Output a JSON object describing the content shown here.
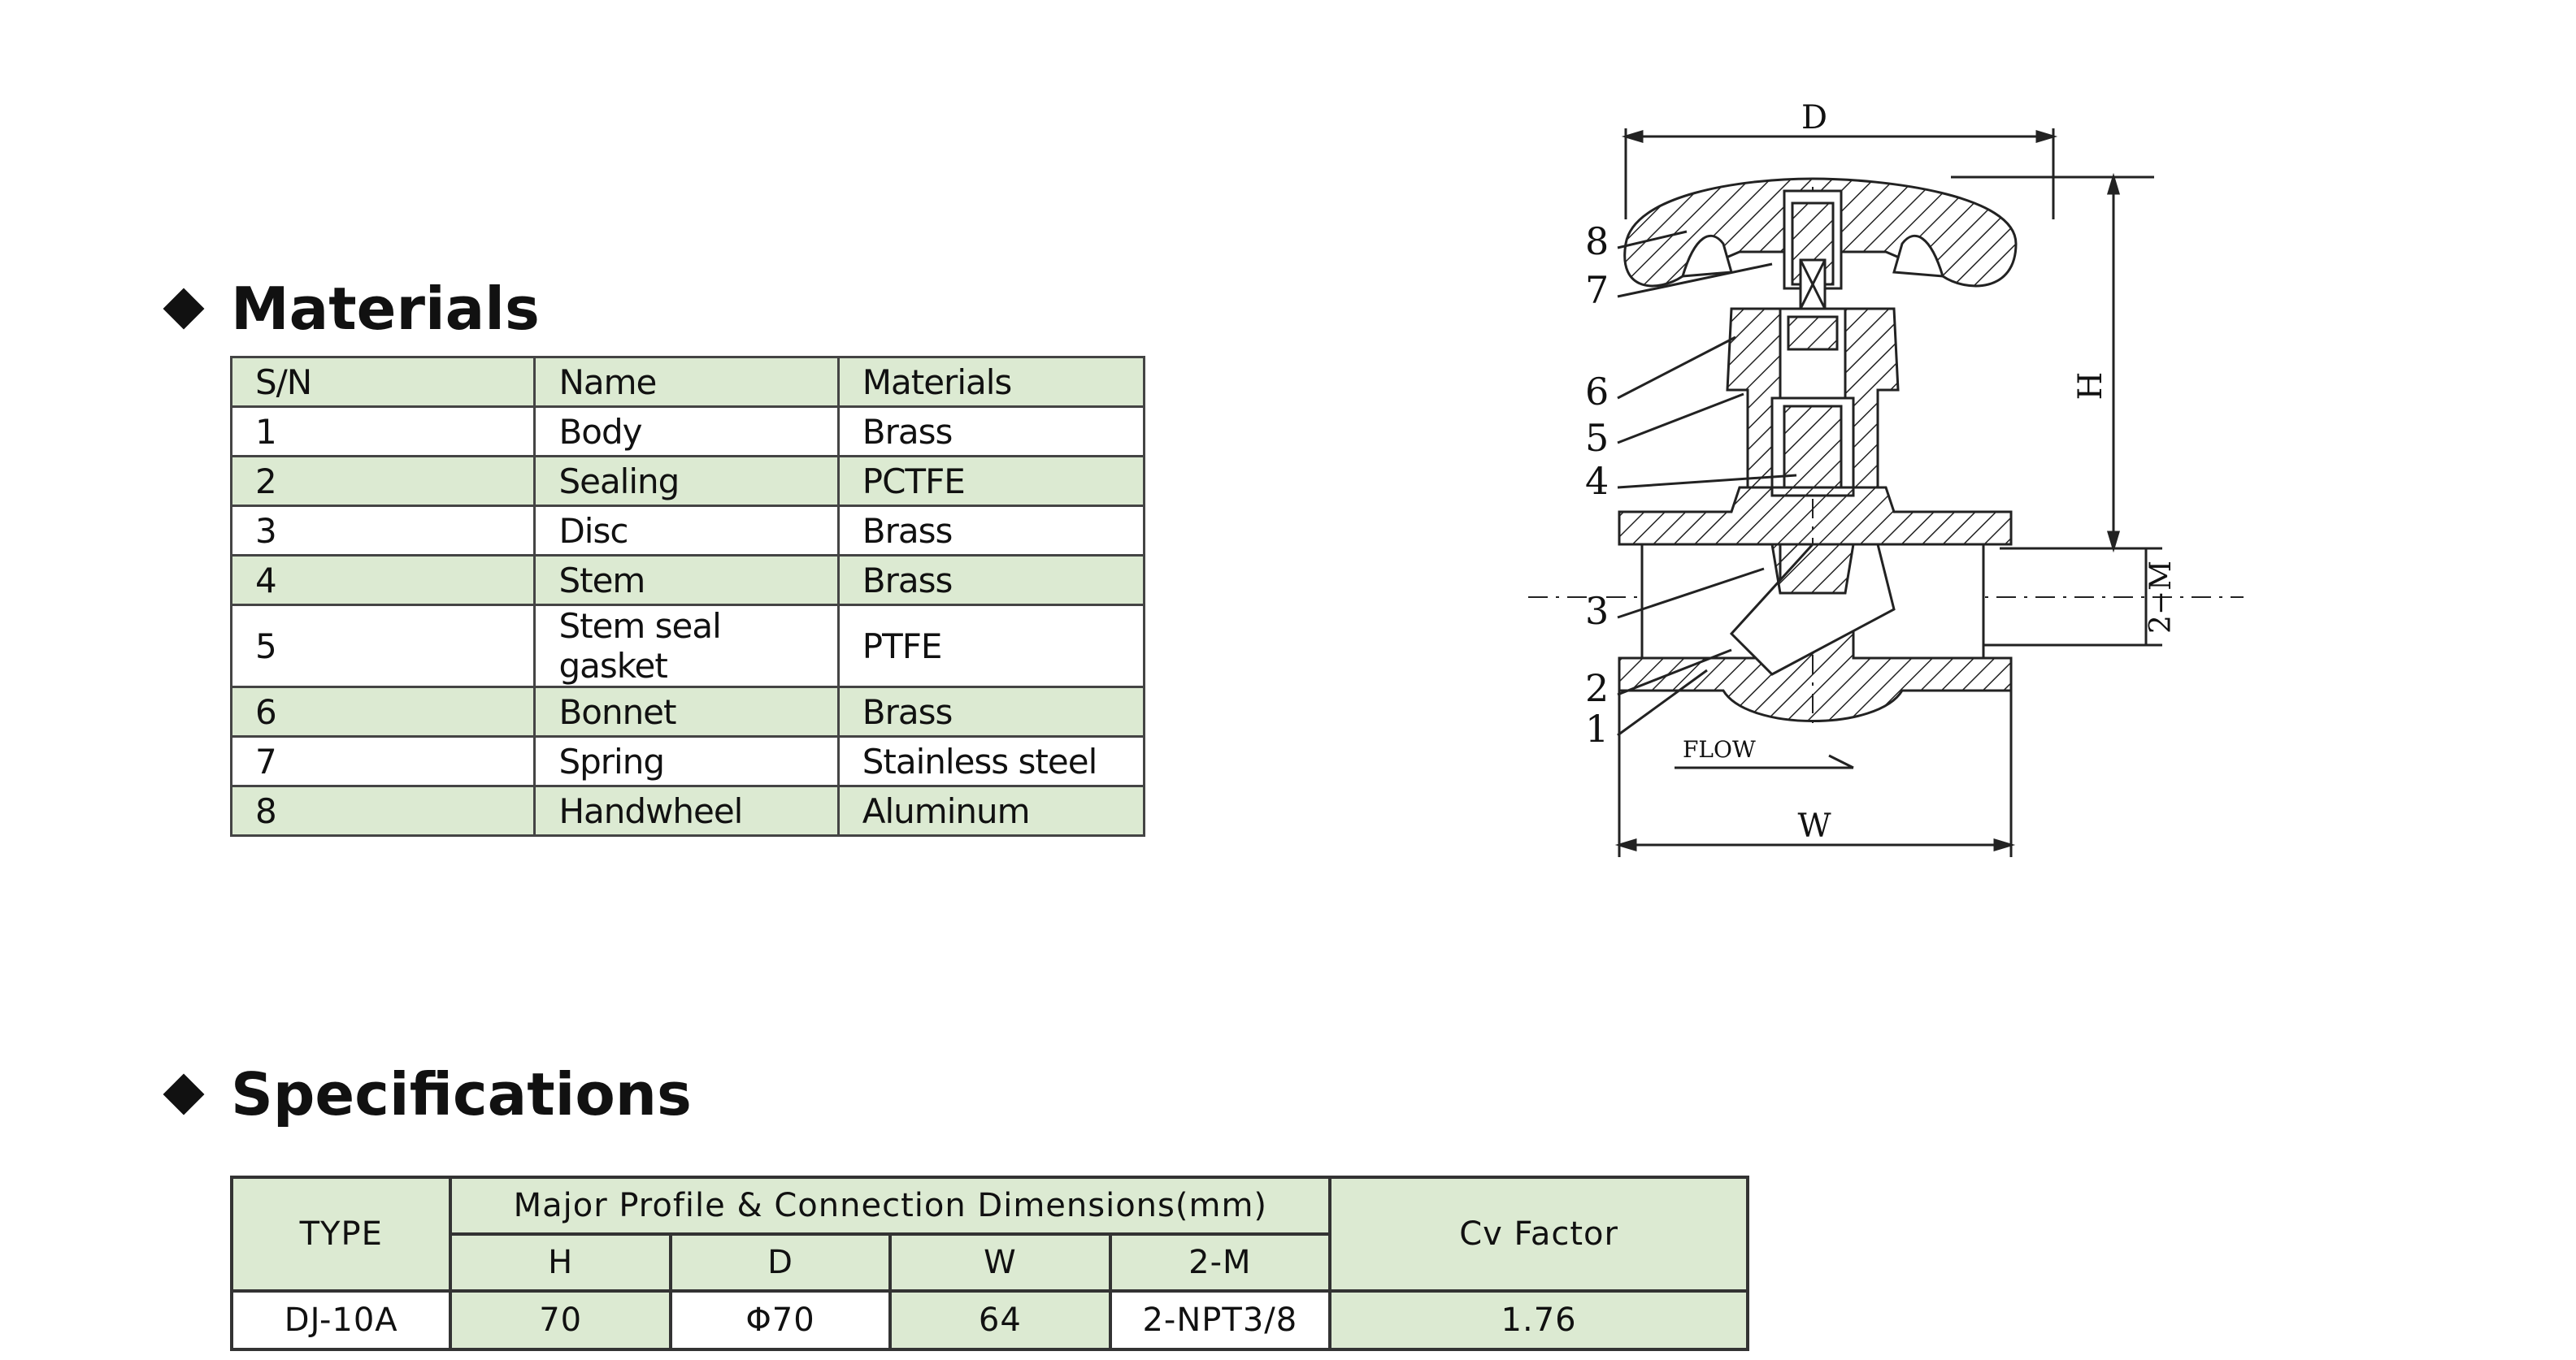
{
  "materials": {
    "heading": "Materials",
    "columns": [
      "S/N",
      "Name",
      "Materials"
    ],
    "rows": [
      {
        "sn": "1",
        "name": "Body",
        "material": "Brass"
      },
      {
        "sn": "2",
        "name": "Sealing",
        "material": "PCTFE"
      },
      {
        "sn": "3",
        "name": "Disc",
        "material": "Brass"
      },
      {
        "sn": "4",
        "name": "Stem",
        "material": "Brass"
      },
      {
        "sn": "5",
        "name": "Stem seal gasket",
        "material": "PTFE"
      },
      {
        "sn": "6",
        "name": "Bonnet",
        "material": "Brass"
      },
      {
        "sn": "7",
        "name": "Spring",
        "material": "Stainless steel"
      },
      {
        "sn": "8",
        "name": "Handwheel",
        "material": "Aluminum"
      }
    ]
  },
  "specifications": {
    "heading": "Specifications",
    "type_header": "TYPE",
    "group_header": "Major Profile & Connection Dimensions(mm)",
    "cv_header": "Cv Factor",
    "sub_headers": [
      "H",
      "D",
      "W",
      "2-M"
    ],
    "row": {
      "type": "DJ-10A",
      "h": "70",
      "d": "Φ70",
      "w": "64",
      "m": "2-NPT3/8",
      "cv": "1.76"
    }
  },
  "diagram": {
    "dim_labels": {
      "d": "D",
      "h": "H",
      "w": "W",
      "m": "2−M"
    },
    "callouts": [
      "8",
      "7",
      "6",
      "5",
      "4",
      "3",
      "2",
      "1"
    ],
    "flow_label": "FLOW"
  }
}
